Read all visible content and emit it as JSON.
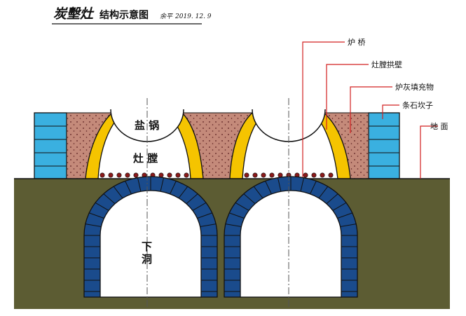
{
  "title": {
    "main": "炭墼灶",
    "sub": "结构示意图",
    "author": "余平",
    "date": "2019. 12. 9"
  },
  "labels": {
    "salt_pot": "盐 锅",
    "chamber": "灶 膛",
    "lower_tunnel_1": "下",
    "lower_tunnel_2": "洞"
  },
  "callouts": [
    {
      "id": "furnace-bridge",
      "text": "炉 桥"
    },
    {
      "id": "chamber-arch-wall",
      "text": "灶膛拱壁"
    },
    {
      "id": "ash-fill",
      "text": "炉灰填充物"
    },
    {
      "id": "stone-blocks",
      "text": "条石坎子"
    },
    {
      "id": "ground",
      "text": "地 面"
    }
  ],
  "colors": {
    "ground": "#5c5c33",
    "arch_brick": "#1a4b8c",
    "stone_block": "#3ab0e0",
    "ash_fill": "#c48a7a",
    "chamber_wall": "#f5c400",
    "furnace_bridge": "#8b1a1a",
    "callout_line": "#d22020"
  }
}
